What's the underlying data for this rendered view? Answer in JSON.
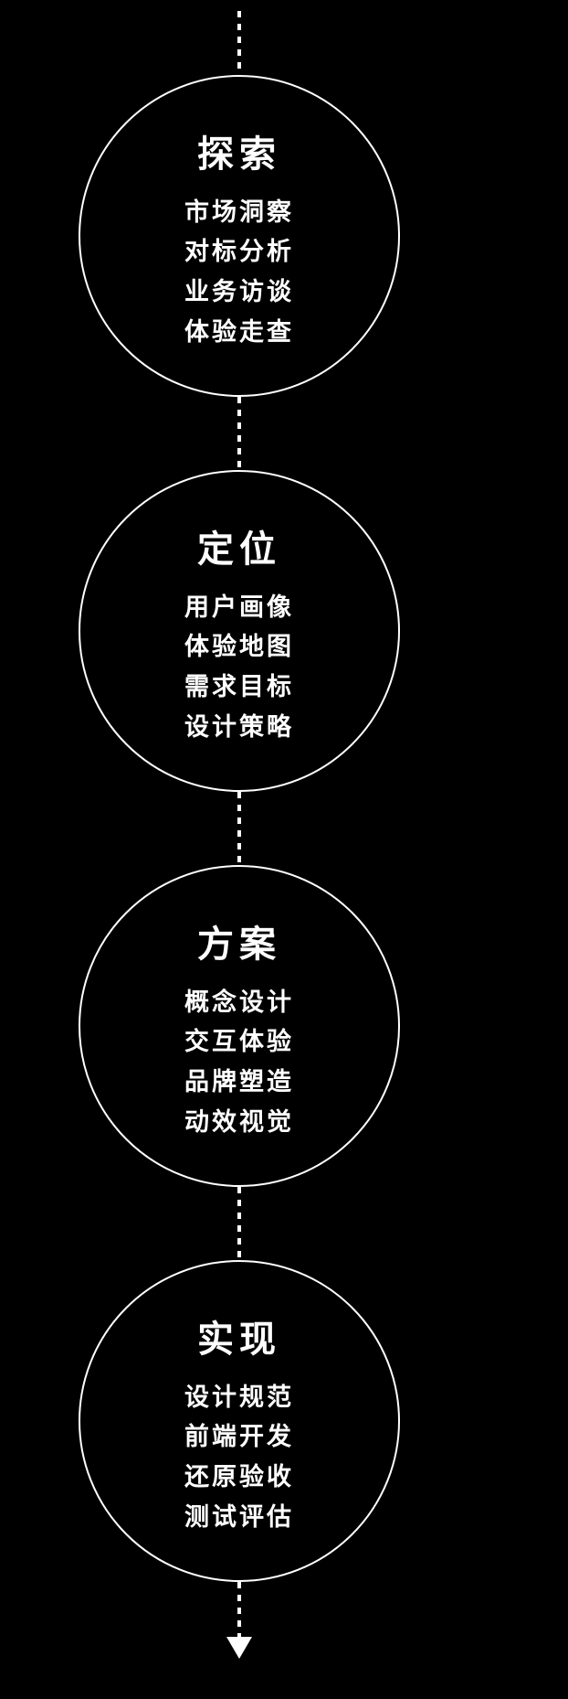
{
  "diagram": {
    "background_color": "#000000",
    "line_color": "#ffffff",
    "flow_direction": "top-to-bottom",
    "connector_style": "dashed",
    "arrow_icon": "arrow-down",
    "stages": [
      {
        "title": "探索",
        "items": [
          "市场洞察",
          "对标分析",
          "业务访谈",
          "体验走查"
        ]
      },
      {
        "title": "定位",
        "items": [
          "用户画像",
          "体验地图",
          "需求目标",
          "设计策略"
        ]
      },
      {
        "title": "方案",
        "items": [
          "概念设计",
          "交互体验",
          "品牌塑造",
          "动效视觉"
        ]
      },
      {
        "title": "实现",
        "items": [
          "设计规范",
          "前端开发",
          "还原验收",
          "测试评估"
        ]
      }
    ]
  }
}
